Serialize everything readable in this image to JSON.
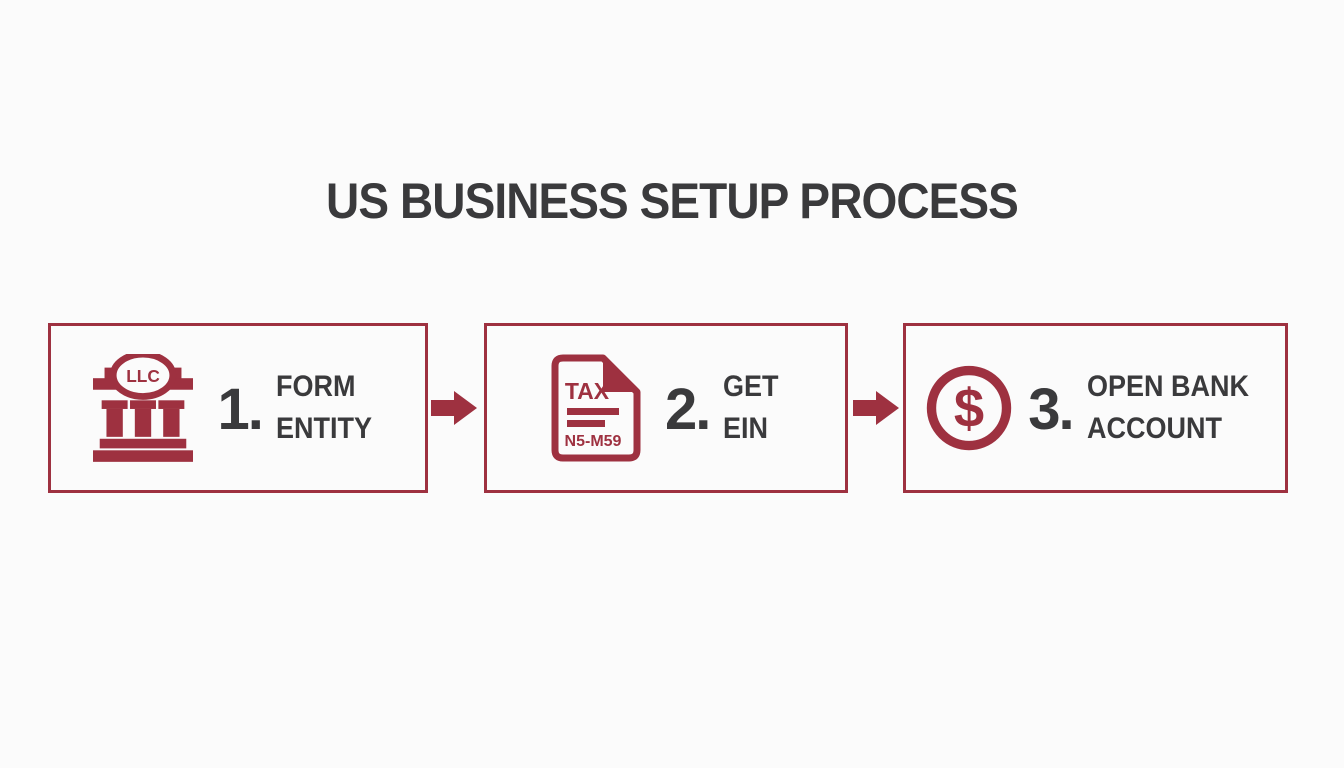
{
  "title": "US BUSINESS SETUP PROCESS",
  "colors": {
    "accent": "#9E3140",
    "text": "#3A3A3C",
    "background": "#FBFBFB"
  },
  "steps": [
    {
      "number": "1.",
      "label_line1": "FORM",
      "label_line2": "ENTITY",
      "icon": "bank-building-llc",
      "badge_text": "LLC"
    },
    {
      "number": "2.",
      "label_line1": "GET",
      "label_line2": "EIN",
      "icon": "tax-document",
      "doc_title": "TAX",
      "doc_code": "N5-M59"
    },
    {
      "number": "3.",
      "label_line1": "OPEN BANK",
      "label_line2": "ACCOUNT",
      "icon": "dollar-coin",
      "currency_symbol": "$"
    }
  ],
  "connectors": [
    {
      "type": "arrow-right"
    },
    {
      "type": "arrow-right"
    }
  ]
}
